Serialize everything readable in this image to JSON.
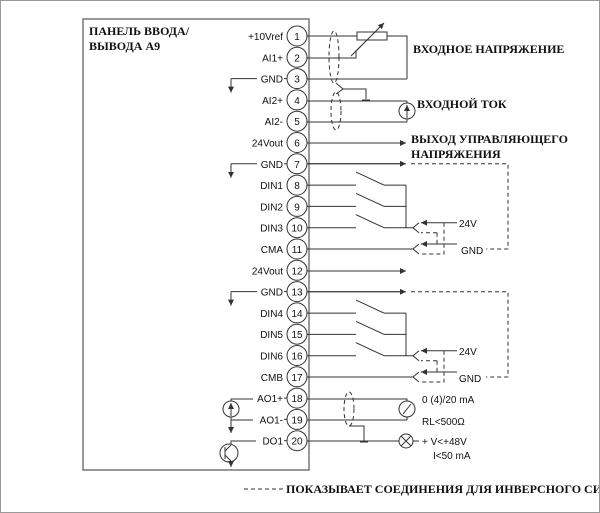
{
  "panel": {
    "title_line1": "ПАНЕЛЬ ВВОДА/",
    "title_line2": "ВЫВОДА А9"
  },
  "terminals": [
    {
      "num": "1",
      "label": "+10Vref"
    },
    {
      "num": "2",
      "label": "AI1+"
    },
    {
      "num": "3",
      "label": "GND"
    },
    {
      "num": "4",
      "label": "AI2+"
    },
    {
      "num": "5",
      "label": "AI2-"
    },
    {
      "num": "6",
      "label": "24Vout"
    },
    {
      "num": "7",
      "label": "GND"
    },
    {
      "num": "8",
      "label": "DIN1"
    },
    {
      "num": "9",
      "label": "DIN2"
    },
    {
      "num": "10",
      "label": "DIN3"
    },
    {
      "num": "11",
      "label": "CMA"
    },
    {
      "num": "12",
      "label": "24Vout"
    },
    {
      "num": "13",
      "label": "GND"
    },
    {
      "num": "14",
      "label": "DIN4"
    },
    {
      "num": "15",
      "label": "DIN5"
    },
    {
      "num": "16",
      "label": "DIN6"
    },
    {
      "num": "17",
      "label": "CMB"
    },
    {
      "num": "18",
      "label": "AO1+"
    },
    {
      "num": "19",
      "label": "AO1-"
    },
    {
      "num": "20",
      "label": "DO1"
    }
  ],
  "annotations": {
    "input_voltage": "ВХОДНОЕ НАПРЯЖЕНИЕ",
    "input_current": "ВХОДНОЙ ТОК",
    "control_voltage_line1": "ВЫХОД УПРАВЛЯЮЩЕГО",
    "control_voltage_line2": "НАПРЯЖЕНИЯ",
    "v24_a": "24V",
    "gnd_a": "GND",
    "v24_b": "24V",
    "gnd_b": "GND",
    "ao_range": "0 (4)/20 mA",
    "ao_load": "RL<500Ω",
    "do_voltage": "+  V<+48V",
    "do_current": "I<50 mA"
  },
  "legend": {
    "text": "ПОКАЗЫВАЕТ СОЕДИНЕНИЯ ДЛЯ ИНВЕРСНОГО СИГНАЛА"
  }
}
